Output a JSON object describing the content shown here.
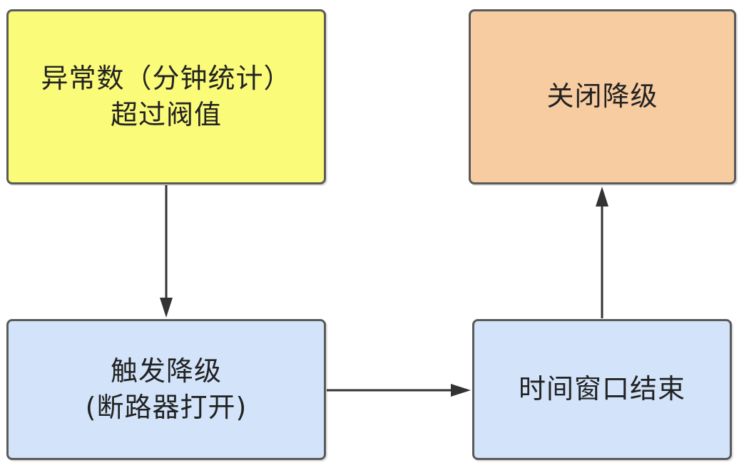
{
  "nodes": {
    "exception_threshold": {
      "line1": "异常数（分钟统计）",
      "line2": "超过阀值"
    },
    "close_degrade": {
      "line1": "关闭降级"
    },
    "trigger_degrade": {
      "line1": "触发降级",
      "line2": "(断路器打开)"
    },
    "window_end": {
      "line1": "时间窗口结束"
    }
  },
  "colors": {
    "yellow_node": "#fbfb7a",
    "orange_node": "#f7cca1",
    "blue_node": "#d3e4fa",
    "border": "#5a5a5a",
    "arrow": "#333333"
  }
}
